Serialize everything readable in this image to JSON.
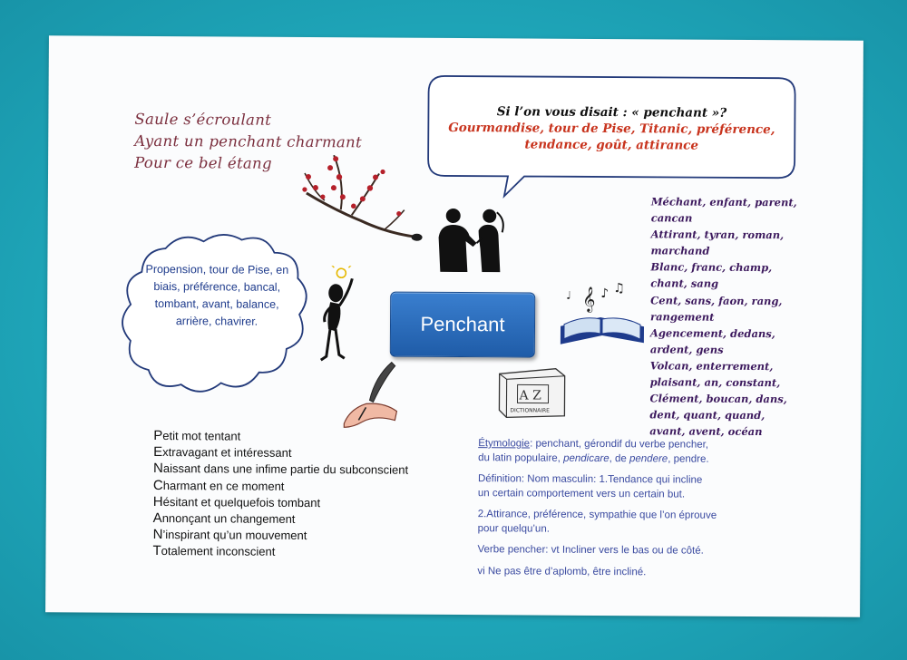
{
  "haiku": [
    "Saule s’écroulant",
    "Ayant un penchant charmant",
    "Pour ce bel étang"
  ],
  "speech": {
    "question": "Si l’on vous disait : « penchant »?",
    "answer_line1": "Gourmandise, tour de Pise, Titanic, préférence,",
    "answer_line2": "tendance, goût, attirance"
  },
  "cloud_text": "Propension, tour de Pise, en biais, préférence, bancal, tombant, avant, balance, arrière, chavirer.",
  "center_title": "Penchant",
  "word_list": [
    "Méchant, enfant, parent,",
    "cancan",
    "Attirant, tyran, roman,",
    "marchand",
    "Blanc, franc, champ,",
    "chant, sang",
    "Cent, sans, faon, rang,",
    "rangement",
    "Agencement, dedans,",
    "ardent, gens",
    "Volcan, enterrement,",
    "plaisant, an, constant,",
    "Clément, boucan, dans,",
    "dent, quant, quand,",
    "avant, avent, océan"
  ],
  "acrostic": [
    {
      "cap": "P",
      "rest": "etit mot tentant"
    },
    {
      "cap": "E",
      "rest": "xtravagant et intéressant"
    },
    {
      "cap": "N",
      "rest": "aissant dans une infime partie du subconscient"
    },
    {
      "cap": "C",
      "rest": "harmant en ce moment"
    },
    {
      "cap": "H",
      "rest": "ésitant et quelquefois tombant"
    },
    {
      "cap": "A",
      "rest": "nnonçant un changement"
    },
    {
      "cap": "N",
      "rest": "’inspirant qu’un mouvement"
    },
    {
      "cap": "T",
      "rest": "otalement inconscient"
    }
  ],
  "definitions": {
    "etym_label": "Étymologie",
    "etym_text1": ": penchant, gérondif du verbe pencher,",
    "etym_text2a": "du latin populaire, ",
    "etym_italic1": "pendicare",
    "etym_text2b": ", de ",
    "etym_italic2": "pendere",
    "etym_text2c": ", pendre.",
    "def_line1": "Définition:  Nom masculin: 1.Tendance qui incline",
    "def_line2": "un certain comportement vers un certain but.",
    "def2_line1": "2.Attirance, préférence, sympathie que l’on éprouve",
    "def2_line2": "pour quelqu’un.",
    "verb_vt": "Verbe pencher: vt Incliner vers le bas ou de côté.",
    "verb_vi": "vi Ne pas être d’aplomb, être incliné."
  },
  "dictionary_label": "DICTIONNAIRE",
  "dictionary_letters": "A Z",
  "icons": [
    "cherry-blossom-branch",
    "couple-silhouette",
    "thinking-figure",
    "music-book",
    "dictionary",
    "quill-hand"
  ],
  "colors": {
    "background": "#1fa6b9",
    "center_box": "#2a6cbd",
    "haiku": "#7b2f3e",
    "answer": "#c8341e",
    "cloud_text": "#1e3b8c",
    "word_list": "#3d1a5e",
    "definitions": "#3a4aa0"
  }
}
